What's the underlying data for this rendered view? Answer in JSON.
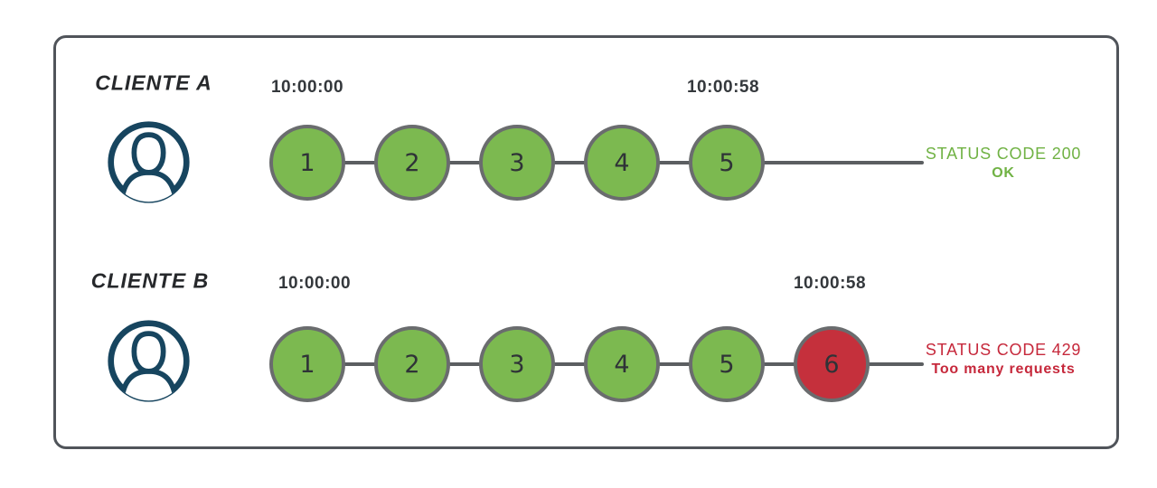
{
  "colors": {
    "green": "#7CB950",
    "red": "#C5303C",
    "navy": "#17455F",
    "frame-border": "#50545A",
    "line": "#5B5E61",
    "circle-border": "#6A6C6E",
    "text-dark": "#34383C",
    "status-green": "#70B244",
    "status-red": "#C6283B"
  },
  "icons": {
    "avatar": "user-circle-icon"
  },
  "rows": [
    {
      "client_label": "CLIENTE A",
      "start_time": "10:00:00",
      "end_time": "10:00:58",
      "requests": [
        "1",
        "2",
        "3",
        "4",
        "5"
      ],
      "status_line1": "STATUS CODE 200",
      "status_line2": "OK"
    },
    {
      "client_label": "CLIENTE B",
      "start_time": "10:00:00",
      "end_time": "10:00:58",
      "requests": [
        "1",
        "2",
        "3",
        "4",
        "5",
        "6"
      ],
      "status_line1": "STATUS CODE 429",
      "status_line2": "Too many requests"
    }
  ]
}
